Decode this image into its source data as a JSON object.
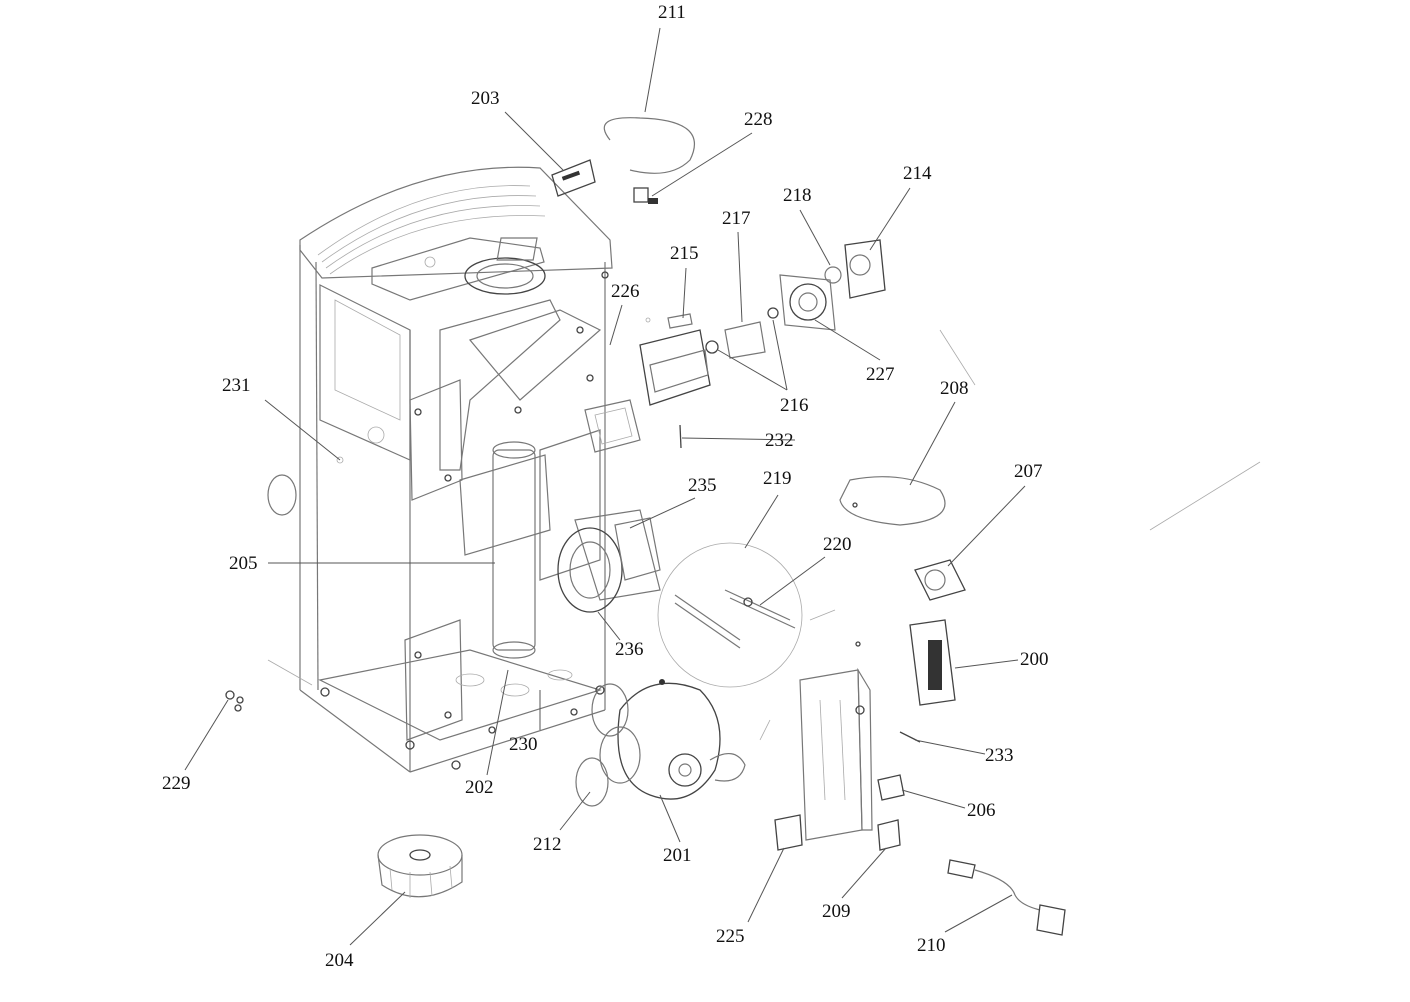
{
  "labels": {
    "p200": "200",
    "p201": "201",
    "p202": "202",
    "p203": "203",
    "p204": "204",
    "p205": "205",
    "p206": "206",
    "p207": "207",
    "p208": "208",
    "p209": "209",
    "p210": "210",
    "p211": "211",
    "p212": "212",
    "p214": "214",
    "p215": "215",
    "p216": "216",
    "p217": "217",
    "p218": "218",
    "p219": "219",
    "p220": "220",
    "p225": "225",
    "p226": "226",
    "p227": "227",
    "p228": "228",
    "p229": "229",
    "p230": "230",
    "p231": "231",
    "p232": "232",
    "p233": "233",
    "p235": "235",
    "p236": "236"
  }
}
